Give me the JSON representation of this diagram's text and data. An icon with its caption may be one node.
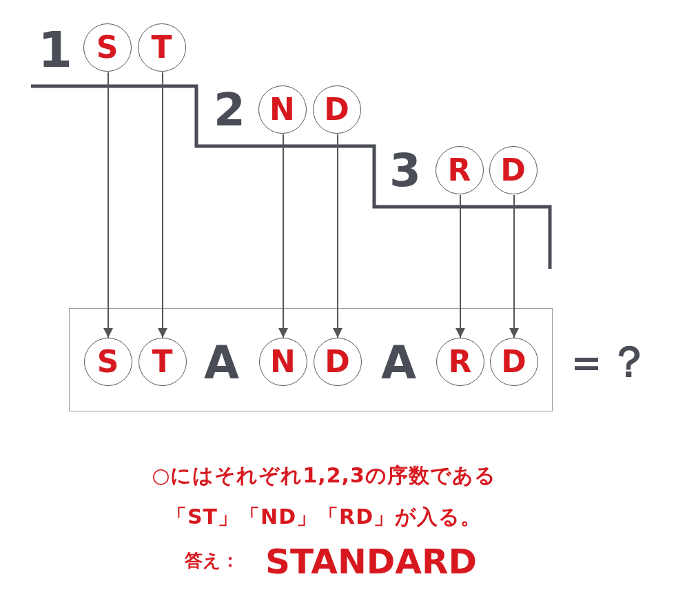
{
  "diagram": {
    "caption": "○にはそれぞれ1,2,3の序数である「ST」「ND」「RD」が入る。",
    "nodes": [
      {
        "text": [
          "S"
        ]
      },
      {
        "text": [
          "T"
        ]
      },
      {
        "text": [
          "N"
        ]
      },
      {
        "text": [
          "D"
        ]
      },
      {
        "text": [
          "R"
        ]
      },
      {
        "text": [
          "D"
        ]
      },
      {
        "text": [],
        "shape": "box"
      },
      {
        "text": [
          "S"
        ],
        "in": 6
      },
      {
        "text": [
          "T"
        ],
        "in": 6
      },
      {
        "text": [
          "N"
        ],
        "in": 6
      },
      {
        "text": [
          "D"
        ],
        "in": 6
      },
      {
        "text": [
          "R"
        ],
        "in": 6
      },
      {
        "text": [
          "D"
        ],
        "in": 6
      }
    ],
    "edges": [
      {
        "from": 0,
        "to": 7,
        "arrow": "to"
      },
      {
        "from": 1,
        "to": 8,
        "arrow": "to"
      },
      {
        "from": 2,
        "to": 9,
        "arrow": "to"
      },
      {
        "from": 3,
        "to": 10,
        "arrow": "to"
      },
      {
        "from": 4,
        "to": 11,
        "arrow": "to"
      },
      {
        "from": 5,
        "to": 12,
        "arrow": "to"
      }
    ],
    "labels": [
      "1",
      "2",
      "3",
      "A",
      "A",
      "＝？",
      "答え：",
      "STANDARD"
    ]
  }
}
